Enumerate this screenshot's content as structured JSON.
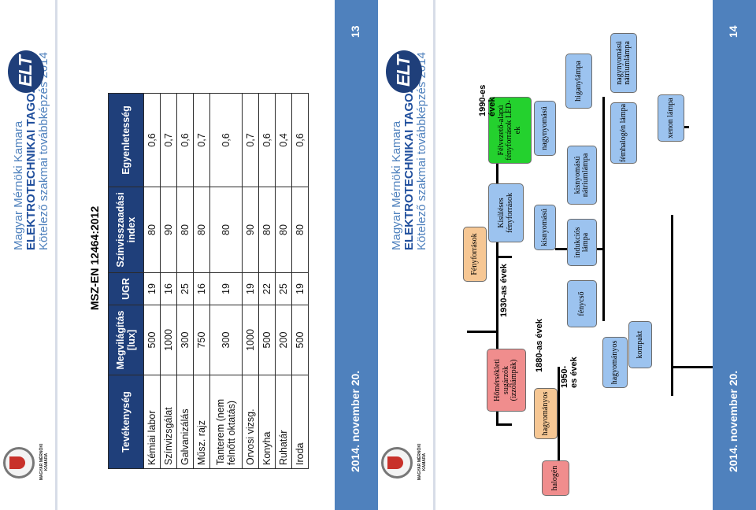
{
  "header": {
    "line1": "Magyar Mérnöki Kamara",
    "line2": "ELEKTROTECHNIKAI TAGOZAT",
    "line3": "Kötelező szakmai továbbképzés 2014",
    "logo_text": "ELT",
    "emblem_text": "MAGYAR MÉRNÖKI KAMARA"
  },
  "slide1": {
    "date": "2014. november 20.",
    "page": "13",
    "table_title": "MSZ-EN 12464:2012",
    "columns": [
      "Tevékenység",
      "Megvilágítás [lux]",
      "UGR",
      "Színvisszaadási index",
      "Egyenletesség"
    ],
    "rows": [
      [
        "Kémiai labor",
        "500",
        "19",
        "80",
        "0,6"
      ],
      [
        "Színvizsgálat",
        "1000",
        "16",
        "90",
        "0,7"
      ],
      [
        "Galvanizálás",
        "300",
        "25",
        "80",
        "0,6"
      ],
      [
        "Műsz. rajz",
        "750",
        "16",
        "80",
        "0,7"
      ],
      [
        "Tanterem (nem felnőtt oktatás)",
        "300",
        "19",
        "80",
        "0,6"
      ],
      [
        "Orvosi vizsg.",
        "1000",
        "19",
        "90",
        "0,7"
      ],
      [
        "Konyha",
        "500",
        "22",
        "80",
        "0,6"
      ],
      [
        "Ruhatár",
        "200",
        "25",
        "80",
        "0,4"
      ],
      [
        "Iroda",
        "500",
        "19",
        "80",
        "0,6"
      ]
    ]
  },
  "slide2": {
    "date": "2014. november 20.",
    "page": "14",
    "nodes": {
      "root": "Fényforrások",
      "thermal": "Hőmérsékleti sugárzók (izzólámpák)",
      "discharge": "Kisüléses fényforrások",
      "semi": "Félvezető-alapú fényforrások LED-ek",
      "incand_trad": "hagyományos",
      "halogen": "halogén",
      "lowp": "kisnyomású",
      "highp": "nagynyomású",
      "fluor": "fénycső",
      "induction": "indukciós lámpa",
      "lowp_sodium": "kisnyomású nátriumlámpa",
      "mercury": "higanylámpa",
      "metalhalide": "fémhalogén lámpa",
      "hp_sodium": "nagynyomású nátriumlámpa",
      "xenon": "xenon lámpa",
      "fl_trad": "hagyományos",
      "compact": "kompakt"
    },
    "eras": {
      "e1880": "1880-as évek",
      "e1950": "1950-es évek",
      "e1930": "1930-as évek",
      "e1990": "1990-es évek"
    }
  }
}
